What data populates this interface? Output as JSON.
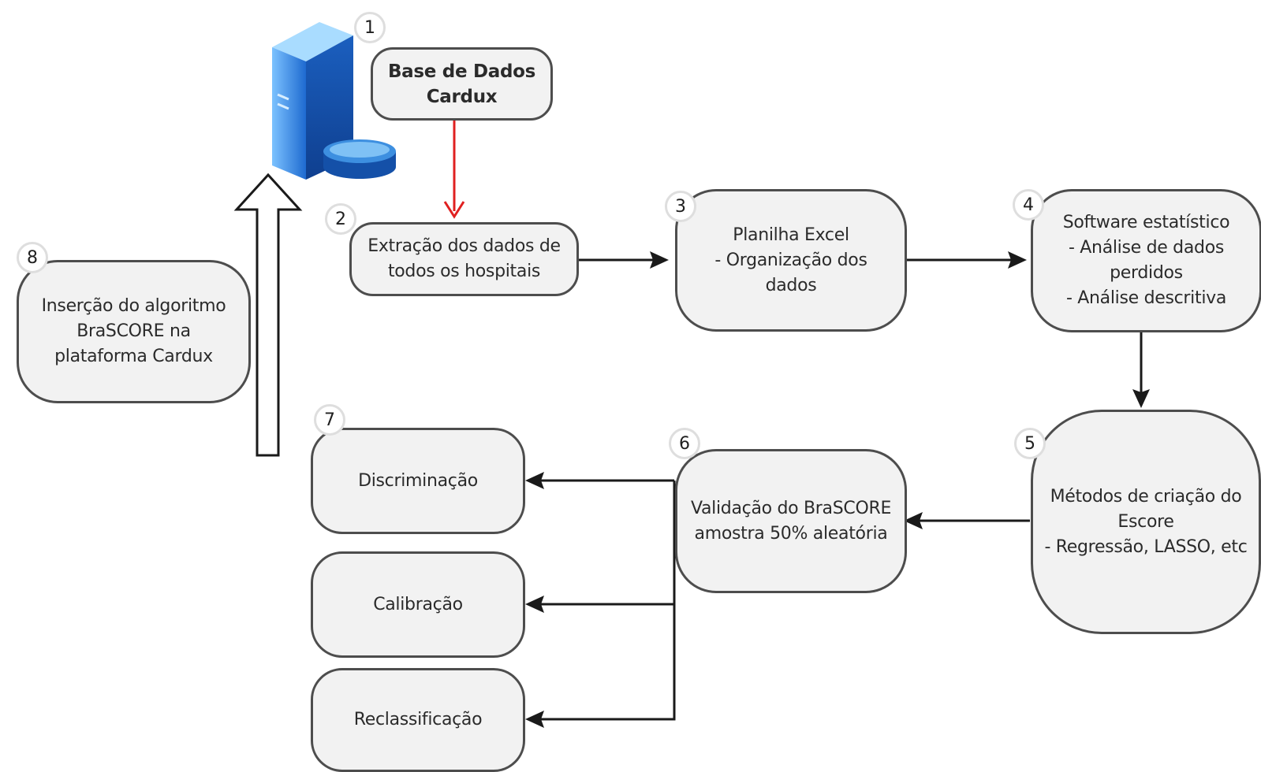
{
  "nodes": {
    "database": {
      "line1": "Base de Dados",
      "line2": "Cardux"
    },
    "extraction": {
      "line1": "Extração dos dados de",
      "line2": "todos os hospitais"
    },
    "excel": {
      "line1": "Planilha Excel",
      "line2": "- Organização dos",
      "line3": "dados"
    },
    "software": {
      "line1": "Software estatístico",
      "line2": "- Análise de dados",
      "line3": "perdidos",
      "line4": "- Análise descritiva"
    },
    "methods": {
      "line1": "Métodos de criação do",
      "line2": "Escore",
      "line3": "- Regressão, LASSO, etc"
    },
    "validation": {
      "line1": "Validação do BraSCORE",
      "line2": "amostra 50% aleatória"
    },
    "discrimination": {
      "label": "Discriminação"
    },
    "calibration": {
      "label": "Calibração"
    },
    "reclassification": {
      "label": "Reclassificação"
    },
    "insertion": {
      "line1": "Inserção do algoritmo",
      "line2": "BraSCORE na",
      "line3": "plataforma Cardux"
    }
  },
  "badges": [
    "1",
    "2",
    "3",
    "4",
    "5",
    "6",
    "7",
    "8"
  ],
  "icons": {
    "server": "server-database-icon"
  },
  "colors": {
    "node_fill": "#f2f2f2",
    "node_border": "#4d4d4d",
    "arrow": "#1a1a1a",
    "red_arrow": "#e02020",
    "server_blue": "#2f7fd8"
  }
}
